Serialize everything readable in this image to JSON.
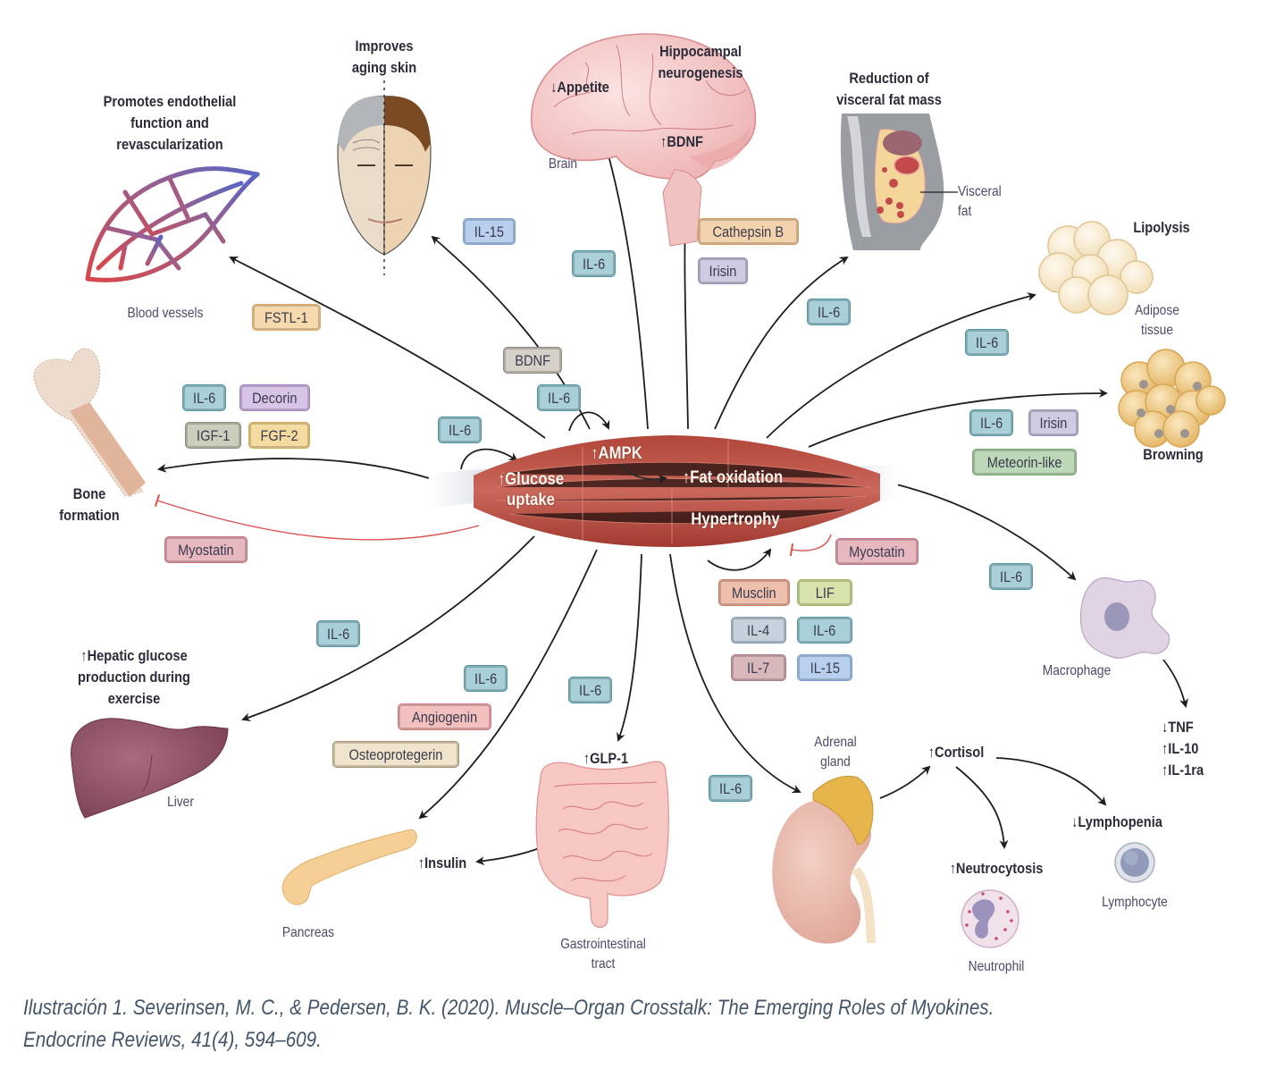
{
  "muscle": {
    "glucose": "↑Glucose\nuptake",
    "ampk": "↑AMPK",
    "fat": "↑Fat oxidation",
    "hyper": "Hypertrophy"
  },
  "effects": {
    "endothelial": "Promotes endothelial\nfunction and\nrevascularization",
    "skin": "Improves\naging skin",
    "appetite": "↓Appetite",
    "hippocampal": "Hippocampal\nneurogenesis",
    "bdnf_up": "↑BDNF",
    "visceral": "Reduction of\nvisceral fat mass",
    "lipolysis": "Lipolysis",
    "browning": "Browning",
    "bone": "Bone\nformation",
    "hepatic": "↑Hepatic glucose\nproduction during\nexercise",
    "insulin": "↑Insulin",
    "glp1": "↑GLP-1",
    "cortisol": "↑Cortisol",
    "neutro": "↑Neutrocytosis",
    "lympho": "↓Lymphopenia",
    "immune": "↓TNF\n↑IL-10\n↑IL-1ra"
  },
  "organs": {
    "blood": "Blood vessels",
    "brain": "Brain",
    "visceral_fat": "Visceral\nfat",
    "adipose": "Adipose\ntissue",
    "macrophage": "Macrophage",
    "liver": "Liver",
    "pancreas": "Pancreas",
    "gi": "Gastrointestinal\ntract",
    "adrenal": "Adrenal\ngland",
    "neutrophil": "Neutrophil",
    "lymphocyte": "Lymphocyte"
  },
  "myokines": {
    "fstl1": "FSTL-1",
    "il15_skin": "IL-15",
    "il6_brain": "IL-6",
    "cathepsin": "Cathepsin B",
    "irisin_brain": "Irisin",
    "il6_visceral": "IL-6",
    "il6_lipolysis": "IL-6",
    "bdnf": "BDNF",
    "il6_ampk": "IL-6",
    "il6_glucose": "IL-6",
    "il6_bone": "IL-6",
    "decorin": "Decorin",
    "igf1": "IGF-1",
    "fgf2": "FGF-2",
    "myostatin_bone": "Myostatin",
    "il6_brown": "IL-6",
    "irisin_brown": "Irisin",
    "meteorin": "Meteorin-like",
    "myostatin_hyper": "Myostatin",
    "il6_macro": "IL-6",
    "musclin": "Musclin",
    "lif": "LIF",
    "il4": "IL-4",
    "il6_hyper": "IL-6",
    "il7": "IL-7",
    "il15_hyper": "IL-15",
    "il6_liver": "IL-6",
    "il6_pancreas": "IL-6",
    "angiogenin": "Angiogenin",
    "osteoprotegerin": "Osteoprotegerin",
    "il6_gi": "IL-6",
    "il6_adrenal": "IL-6"
  },
  "caption": {
    "line1": "Ilustración 1. Severinsen, M. C., & Pedersen, B. K. (2020). Muscle–Organ Crosstalk: The Emerging Roles of Myokines.",
    "line2": "Endocrine Reviews, 41(4), 594–609."
  }
}
